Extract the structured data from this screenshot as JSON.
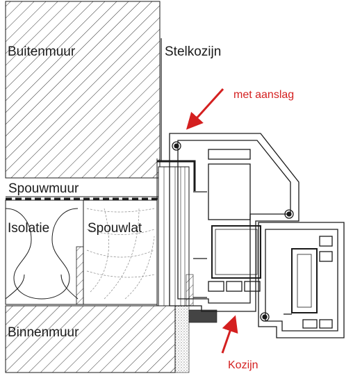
{
  "labels": {
    "buitenmuur": "Buitenmuur",
    "stelkozijn": "Stelkozijn",
    "met_aanslag": "met aanslag",
    "spouwmuur": "Spouwmuur",
    "isolatie": "Isolatie",
    "spouwlat": "Spouwlat",
    "binnenmuur": "Binnenmuur",
    "kozijn": "Kozijn"
  },
  "colors": {
    "line": "#1a1a1a",
    "annotation": "#d42020",
    "background": "#ffffff"
  }
}
